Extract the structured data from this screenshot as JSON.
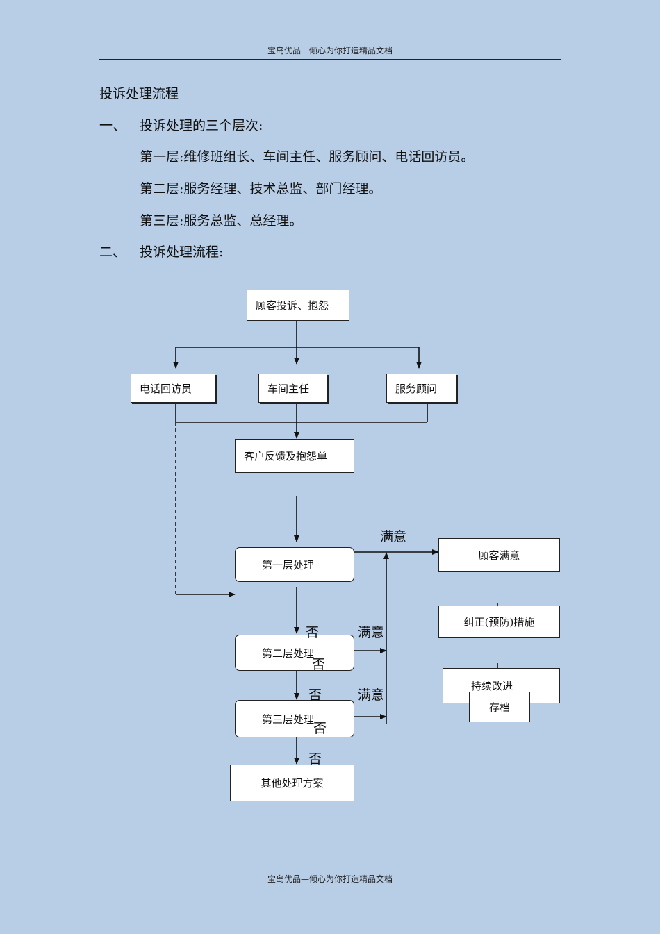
{
  "header": {
    "text": "宝岛优品—倾心为你打造精品文档"
  },
  "footer": {
    "text": "宝岛优品—倾心为你打造精品文档"
  },
  "doc": {
    "title": "投诉处理流程",
    "section1": {
      "num": "一、",
      "heading": "投诉处理的三个层次:"
    },
    "levels": [
      "第一层:维修班组长、车间主任、服务顾问、电话回访员。",
      "第二层:服务经理、技术总监、部门经理。",
      "第三层:服务总监、总经理。"
    ],
    "section2": {
      "num": "二、",
      "heading": "投诉处理流程:"
    }
  },
  "flow": {
    "start": "顾客投诉、抱怨",
    "phone": "电话回访员",
    "workshop": "车间主任",
    "advisor": "服务顾问",
    "feedback_form": "客户反馈及抱怨单",
    "level1": "第一层处理",
    "level2": "第二层处理",
    "level3": "第三层处理",
    "other": "其他处理方案",
    "satisfied": "顾客满意",
    "correct": "纠正(预防)措施",
    "improve": "持续改进",
    "archive": "存档",
    "label_satisfied": "满意",
    "label_no": "否"
  }
}
